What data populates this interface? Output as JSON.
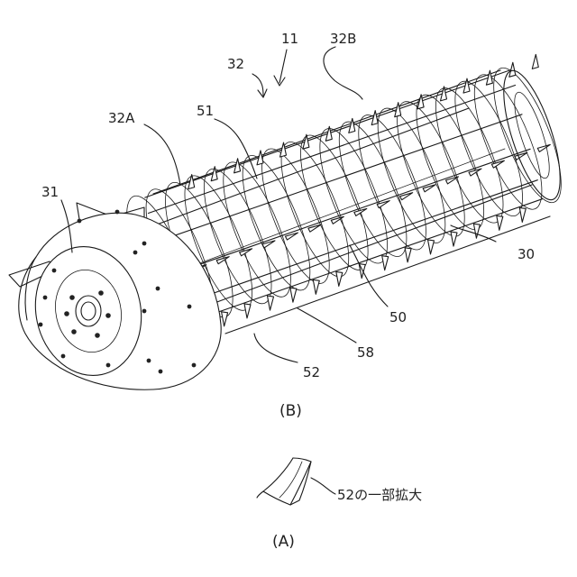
{
  "labels": {
    "l11": "11",
    "l32": "32",
    "l32B": "32B",
    "l32A": "32A",
    "l51": "51",
    "l31": "31",
    "l30": "30",
    "l50": "50",
    "l58": "58",
    "l52": "52",
    "note": "52の一部拡大"
  },
  "captions": {
    "B": "(B)",
    "A": "(A)"
  }
}
